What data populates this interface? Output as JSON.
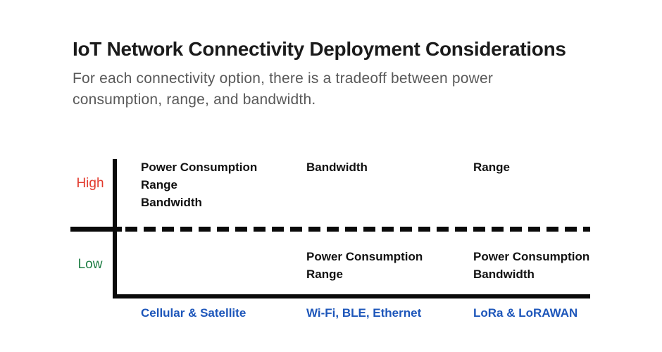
{
  "header": {
    "title": "IoT Network Connectivity Deployment Considerations",
    "subtitle": "For each connectivity option, there is a tradeoff between power consumption, range, and bandwidth."
  },
  "chart": {
    "type": "qualitative-tradeoff-diagram",
    "y_axis": {
      "high_label": "High",
      "low_label": "Low"
    },
    "colors": {
      "high_label": "#e23b2e",
      "low_label": "#1f7e45",
      "tech_label": "#1d56ba",
      "axis": "#0a0a0a",
      "attribute_text": "#111111",
      "title": "#1b1b1b",
      "subtitle": "#595959",
      "background": "#ffffff"
    },
    "columns": [
      {
        "label": "Cellular & Satellite",
        "high": [
          "Power Consumption",
          "Range",
          "Bandwidth"
        ],
        "low": []
      },
      {
        "label": "Wi-Fi, BLE, Ethernet",
        "high": [
          "Bandwidth"
        ],
        "low": [
          "Power Consumption",
          "Range"
        ]
      },
      {
        "label": "LoRa & LoRAWAN",
        "high": [
          "Range"
        ],
        "low": [
          "Power Consumption",
          "Bandwidth"
        ]
      }
    ]
  }
}
